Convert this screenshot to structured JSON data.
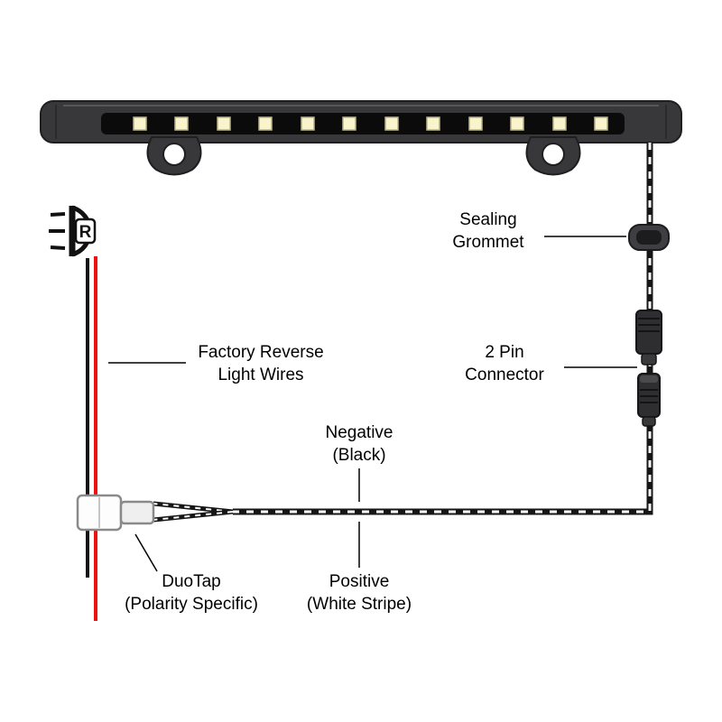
{
  "diagram": {
    "labels": {
      "sealing_grommet": "Sealing\nGrommet",
      "two_pin_connector": "2 Pin\nConnector",
      "factory_reverse": "Factory Reverse\nLight Wires",
      "negative": "Negative\n(Black)",
      "positive": "Positive\n(White Stripe)",
      "duotap": "DuoTap\n(Polarity Specific)",
      "reverse_indicator": "R"
    },
    "colors": {
      "factory_positive_wire": "#ee1111",
      "factory_negative_wire": "#141414",
      "bar_body": "#38383a",
      "led": "#faf4cd",
      "wire_stripe_white": "#ffffff",
      "wire_black": "#161616"
    },
    "led_count": 12
  }
}
